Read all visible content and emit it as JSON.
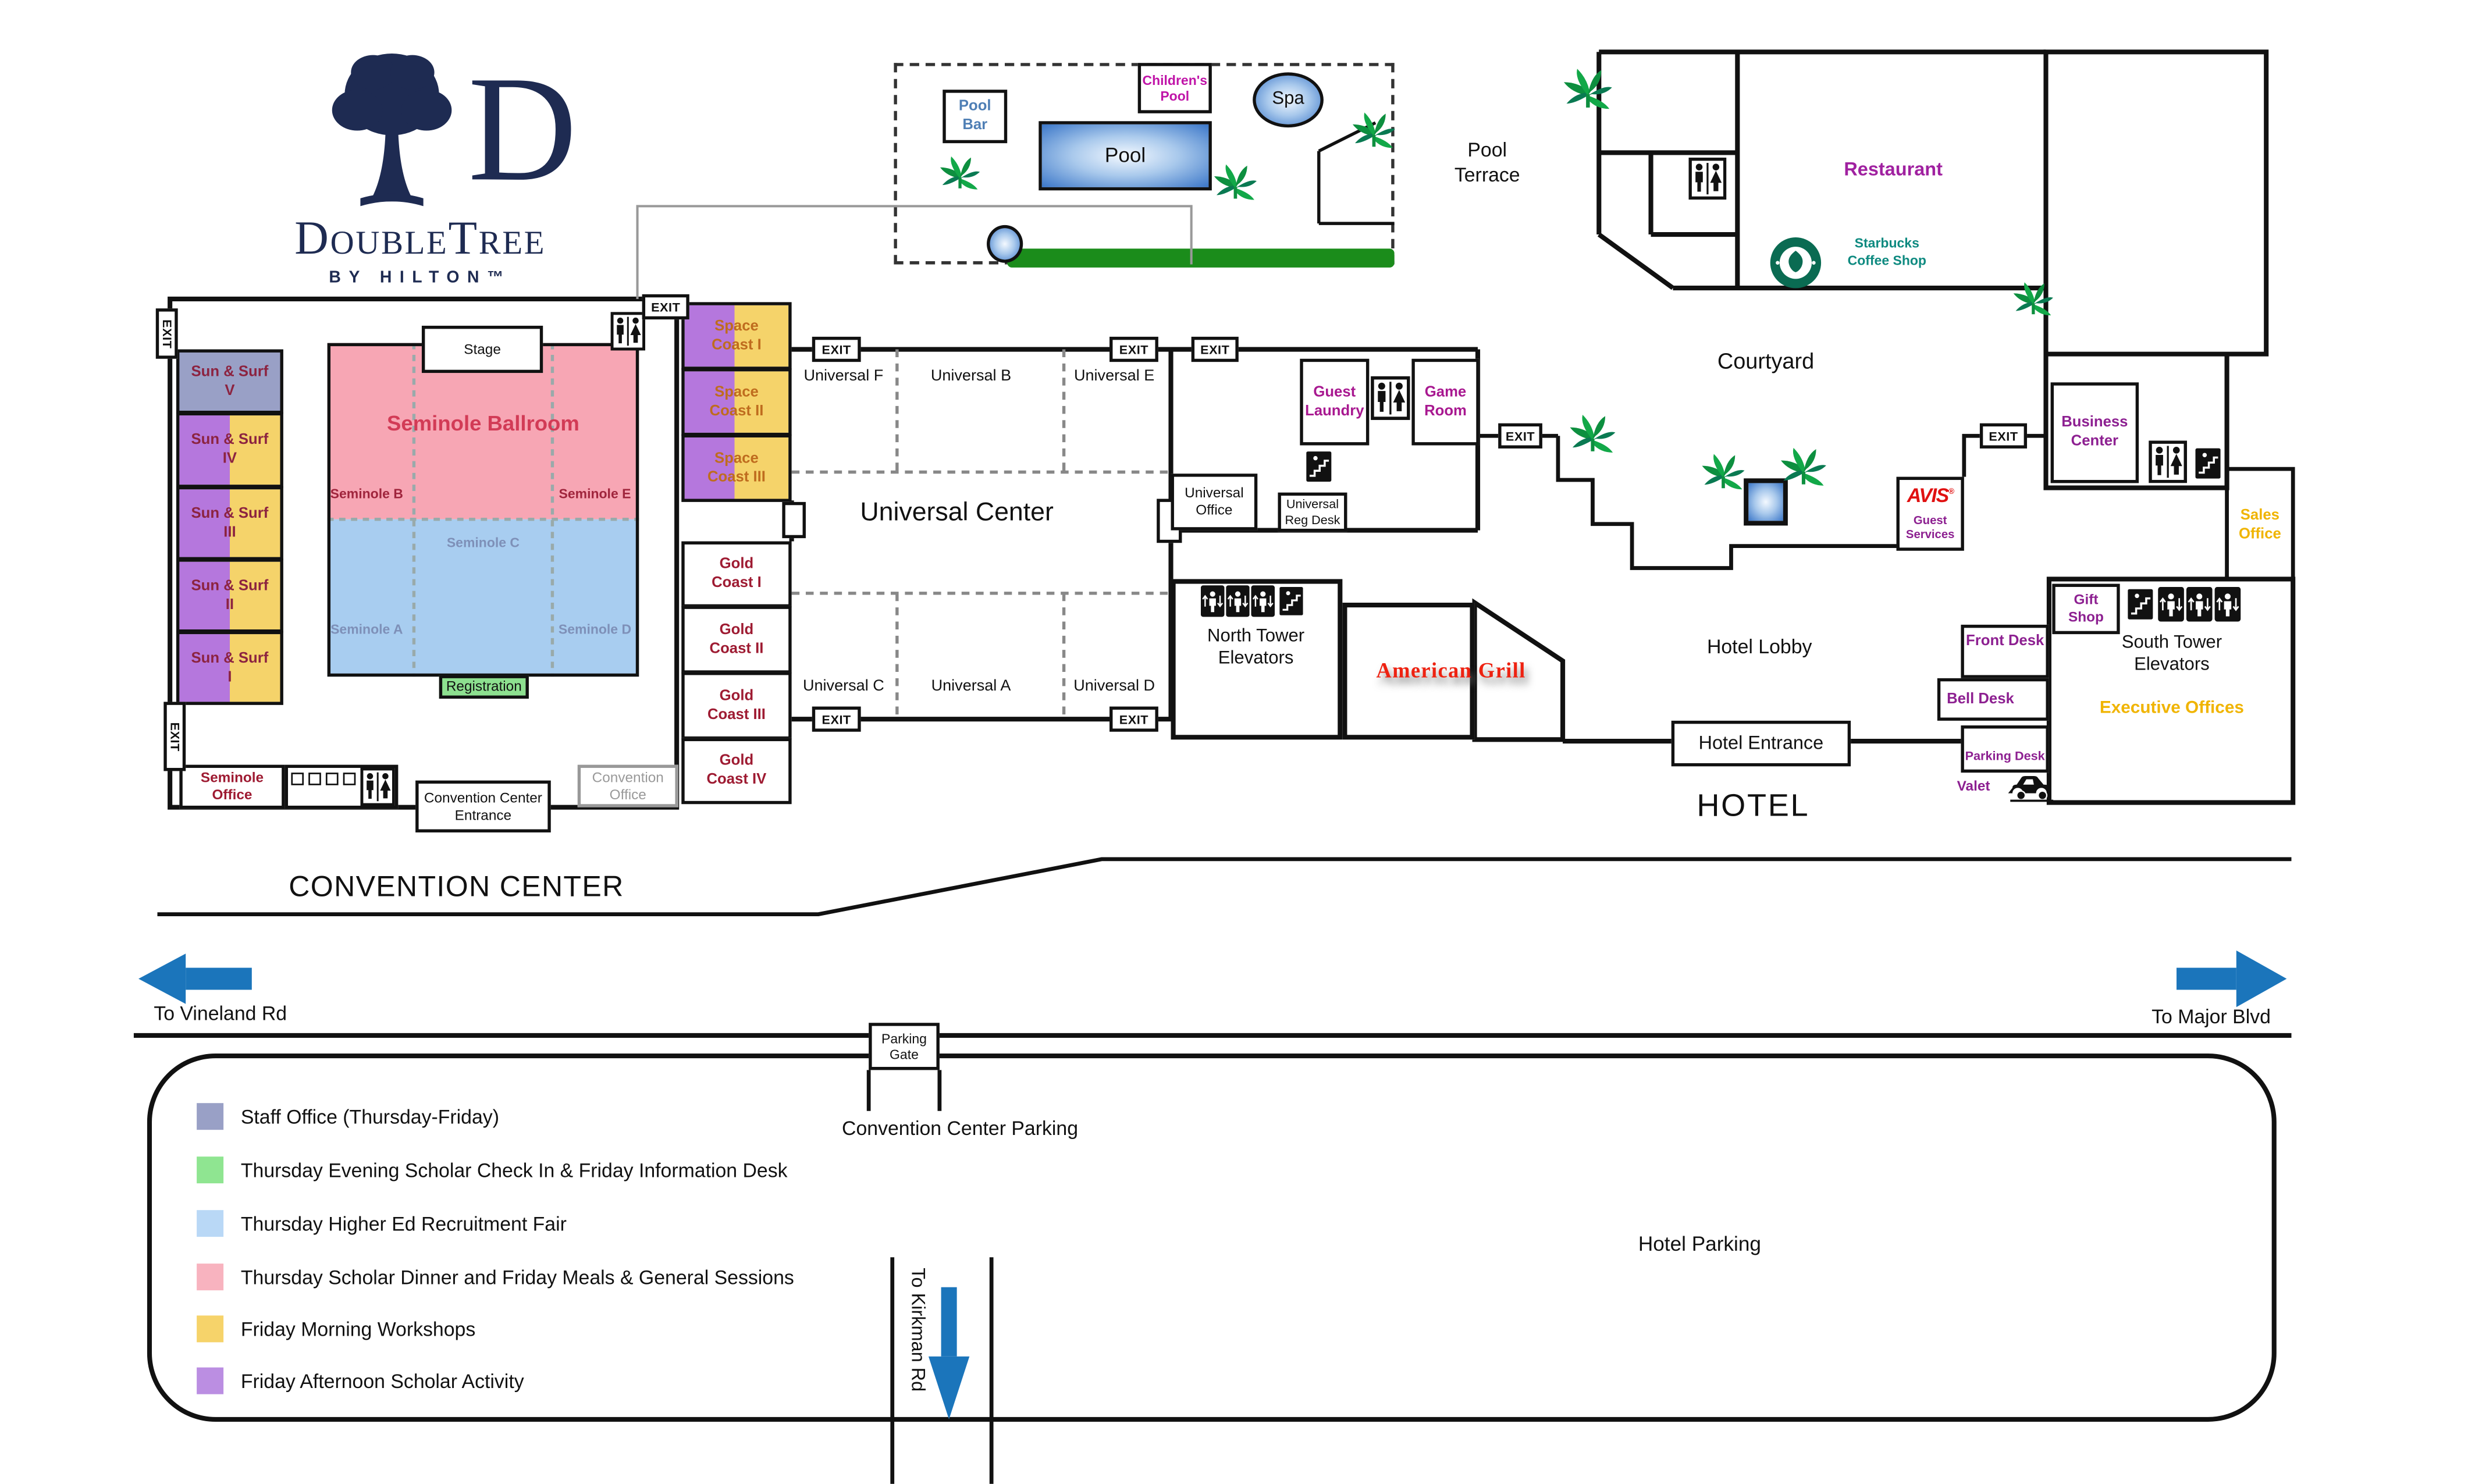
{
  "misc": {
    "exit": "EXIT"
  },
  "logo": {
    "brand": "DoubleTree",
    "by": "BY HILTON™",
    "d": "D"
  },
  "convention": {
    "title": "CONVENTION CENTER",
    "stage": "Stage",
    "registration": "Registration",
    "ballroom_title": "Seminole Ballroom",
    "seminole_a": "Seminole A",
    "seminole_b": "Seminole B",
    "seminole_c": "Seminole C",
    "seminole_d": "Seminole D",
    "seminole_e": "Seminole E",
    "sun_surf_5": "Sun & Surf\nV",
    "sun_surf_4": "Sun & Surf\nIV",
    "sun_surf_3": "Sun & Surf\nIII",
    "sun_surf_2": "Sun & Surf\nII",
    "sun_surf_1": "Sun & Surf\nI",
    "seminole_office": "Seminole\nOffice",
    "entrance": "Convention Center\nEntrance",
    "convention_office": "Convention\nOffice"
  },
  "universal": {
    "center": "Universal Center",
    "space_coast_1": "Space\nCoast I",
    "space_coast_2": "Space\nCoast II",
    "space_coast_3": "Space\nCoast III",
    "gold_coast_1": "Gold\nCoast I",
    "gold_coast_2": "Gold\nCoast II",
    "gold_coast_3": "Gold\nCoast III",
    "gold_coast_4": "Gold\nCoast IV",
    "room_a": "Universal A",
    "room_b": "Universal B",
    "room_c": "Universal C",
    "room_d": "Universal D",
    "room_e": "Universal E",
    "room_f": "Universal F",
    "office": "Universal\nOffice",
    "reg_desk": "Universal\nReg Desk"
  },
  "pool": {
    "terrace": "Pool\nTerrace",
    "pool": "Pool",
    "bar": "Pool\nBar",
    "childrens": "Children's\nPool",
    "spa": "Spa"
  },
  "services": {
    "guest_laundry": "Guest\nLaundry",
    "game_room": "Game\nRoom"
  },
  "hotel": {
    "restaurant": "Restaurant",
    "starbucks": "Starbucks\nCoffee Shop",
    "courtyard": "Courtyard",
    "north_tower": "North Tower\nElevators",
    "american_grill": "American Grill",
    "avis": "AVIS",
    "avis_reg": "®",
    "guest_services": "Guest\nServices",
    "business_center": "Business\nCenter",
    "sales_office": "Sales\nOffice",
    "gift_shop": "Gift\nShop",
    "south_tower": "South Tower\nElevators",
    "executive_offices": "Executive Offices",
    "front_desk": "Front Desk",
    "bell_desk": "Bell Desk",
    "parking_desk": "Parking Desk",
    "valet": "Valet",
    "lobby": "Hotel Lobby",
    "entrance": "Hotel Entrance",
    "title": "HOTEL"
  },
  "roads": {
    "vineland": "To Vineland Rd",
    "major": "To Major Blvd",
    "kirkman": "To Kirkman Rd",
    "parking_gate": "Parking\nGate",
    "cc_parking": "Convention Center Parking",
    "hotel_parking": "Hotel Parking"
  },
  "legend": {
    "items": [
      {
        "color": "#99a0c6",
        "label": "Staff Office (Thursday-Friday)"
      },
      {
        "color": "#8fe591",
        "label": "Thursday Evening Scholar Check In & Friday Information Desk"
      },
      {
        "color": "#b9d8f6",
        "label": "Thursday Higher Ed Recruitment Fair"
      },
      {
        "color": "#f8b3bf",
        "label": "Thursday Scholar Dinner and Friday Meals & General Sessions"
      },
      {
        "color": "#f6d36a",
        "label": "Friday Morning Workshops"
      },
      {
        "color": "#bb8ee2",
        "label": "Friday Afternoon Scholar Activity"
      }
    ]
  },
  "colors": {
    "accent_navy": "#1e2b52",
    "arrow_blue": "#1b75bb",
    "wall": "#111111",
    "ballroom_pink": "#f7a6b4",
    "ballroom_blue": "#a8cdf0",
    "purple_room": "#b577dd",
    "yellow_room": "#f5d36a",
    "staff_gray": "#99a0c6",
    "registration_green": "#8de08f",
    "grass_green": "#1b8c1b",
    "starbucks_green": "#0a6b52",
    "avis_red": "#e01111",
    "gold_text": "#f0b400",
    "magenta_text": "#a81890",
    "purple_text": "#8d2091",
    "grill_red": "#ee2211"
  }
}
